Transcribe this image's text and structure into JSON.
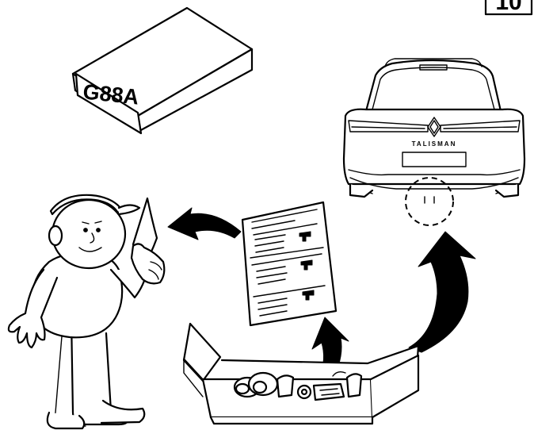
{
  "page_number": "10",
  "parts_box": {
    "code": "G88A"
  },
  "vehicle": {
    "badge": "TALISMAN"
  },
  "icons": {
    "box": "parts-box-icon",
    "person": "technician-icon",
    "leaflet": "instruction-leaflet-icon",
    "car": "car-rear-icon",
    "kit": "open-kit-box-icon",
    "arrows": [
      "curved-arrow-left-icon",
      "curved-arrow-up-icon",
      "curved-arrow-upright-icon"
    ]
  }
}
